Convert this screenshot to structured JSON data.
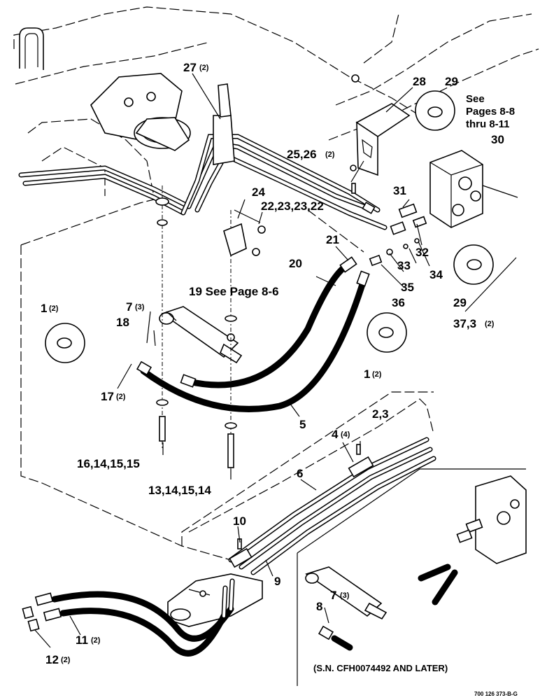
{
  "callouts": {
    "c27": "27",
    "c27q": "(2)",
    "c28": "28",
    "c29a": "29",
    "see": "See",
    "pages": "Pages 8-8",
    "thru": "thru 8-11",
    "c30": "30",
    "c2526": "25,26",
    "c2526q": "(2)",
    "c24": "24",
    "c22": "22,23,23,22",
    "c31": "31",
    "c21": "21",
    "c32": "32",
    "c33": "33",
    "c34": "34",
    "c20": "20",
    "c35": "35",
    "c36": "36",
    "c29b": "29",
    "c37": "37,3",
    "c37q": "(2)",
    "c19": "19 See Page 8-6",
    "c1a": "1",
    "c1aq": "(2)",
    "c7": "7",
    "c7q": "(3)",
    "c18": "18",
    "c17": "17",
    "c17q": "(2)",
    "c1b": "1",
    "c1bq": "(2)",
    "c5": "5",
    "c23": "2,3",
    "c4": "4",
    "c4q": "(4)",
    "c16": "16,14,15,15",
    "c13": "13,14,15,14",
    "c6": "6",
    "c10": "10",
    "c9": "9",
    "c11": "11",
    "c11q": "(2)",
    "c12": "12",
    "c12q": "(2)",
    "c7i": "7",
    "c7iq": "(3)",
    "c8i": "8"
  },
  "inset": {
    "serial_note": "(S.N. CFH0074492 AND LATER)"
  },
  "doc_id": "700 126 373-B-G"
}
